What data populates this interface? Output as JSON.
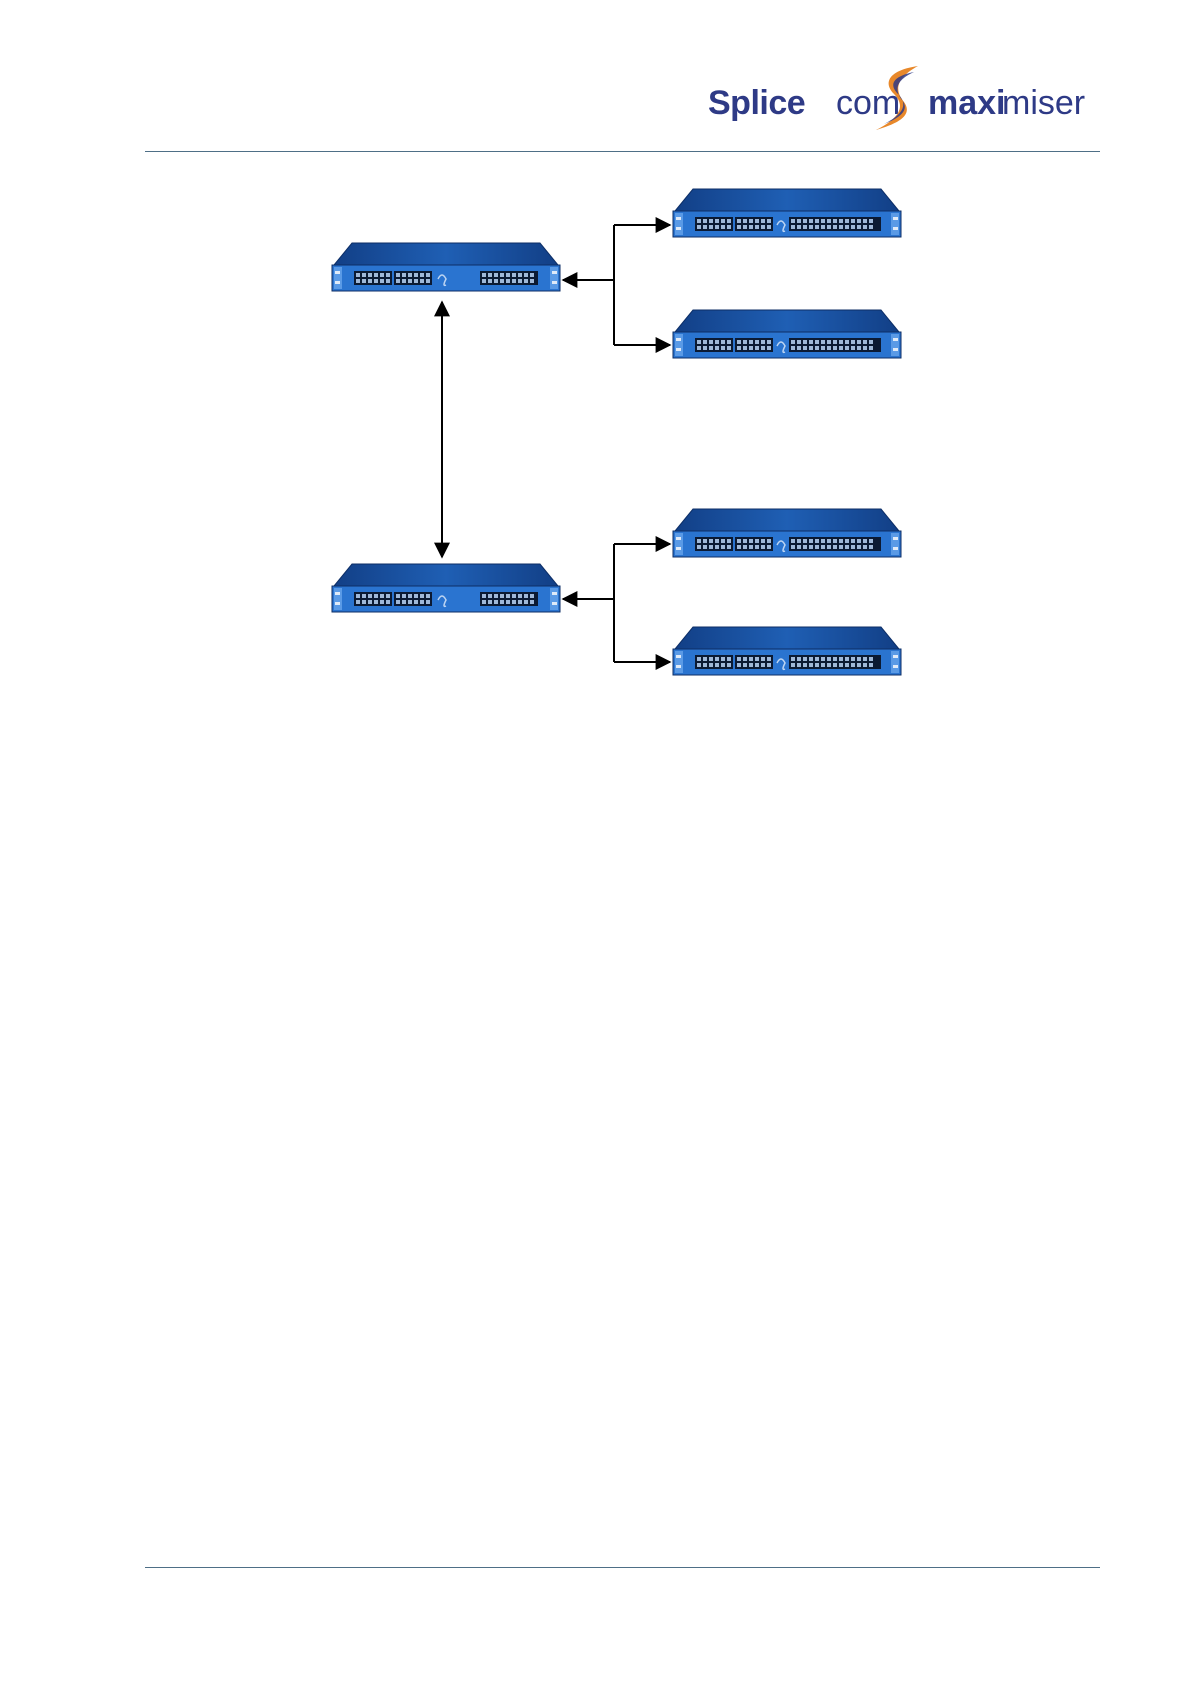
{
  "header": {
    "logo": {
      "part1": "Splice",
      "part2": "com",
      "part3": "maxi",
      "part4": "miser",
      "icon": "splicecom-s-swoosh-icon",
      "brand_color": "#2e3a86",
      "swoosh_color": "#e8882a"
    }
  },
  "diagram": {
    "device_icon": "rack-switch-icon",
    "device_color": "#1f5fb4",
    "device_dark_color": "#123f86",
    "connector_color": "#000000"
  }
}
